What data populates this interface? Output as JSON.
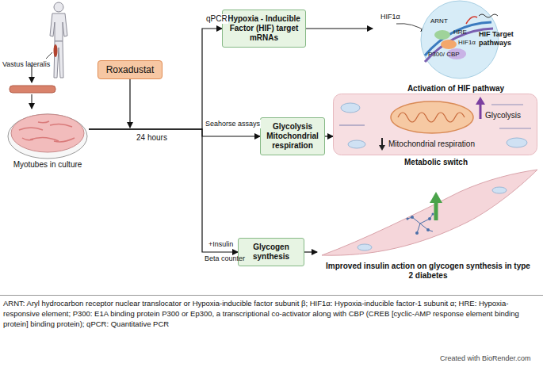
{
  "diagram": {
    "caption": "ARNT: Aryl hydrocarbon receptor nuclear translocator or Hypoxia-inducible factor subunit β; HIF1α: Hypoxia-inducible factor-1 subunit α; HRE: Hypoxia-responsive element; P300: E1A binding protein P300 or Ep300, a transcriptional co-activator along with CBP (CREB [cyclic-AMP response element binding protein] binding protein); qPCR: Quantitative PCR",
    "nodes": [
      {
        "text": [
          "Myotubes in culture"
        ]
      },
      {
        "text": [
          "Roxadustat"
        ]
      },
      {
        "text": [
          "Hypoxia - Inducible Factor (HIF) target mRNAs"
        ]
      },
      {
        "text": [
          "Activation of HIF pathway"
        ]
      },
      {
        "text": [
          "Glycolysis",
          "Mitochondrial respiration"
        ]
      },
      {
        "text": [
          "Glycolysis",
          "Mitochondrial respiration",
          "Metabolic switch"
        ]
      },
      {
        "text": [
          "Glycogen synthesis"
        ]
      },
      {
        "text": [
          "Improved insulin action on glycogen synthesis in type 2 diabetes"
        ]
      }
    ],
    "edges": [
      {
        "from": 0,
        "to": 2,
        "arrow": "to",
        "label": "qPCR"
      },
      {
        "from": 0,
        "to": 4,
        "arrow": "to",
        "label": "Seahorse assays"
      },
      {
        "from": 0,
        "to": 6,
        "arrow": "to",
        "label": "+Insulin"
      },
      {
        "from": 2,
        "to": 3,
        "arrow": "to"
      },
      {
        "from": 4,
        "to": 5,
        "arrow": "to"
      },
      {
        "from": 6,
        "to": 7,
        "arrow": "to"
      }
    ],
    "labels": [
      "Vastus lateralis",
      "24 hours",
      "Beta counter",
      "HIF1α",
      "ARNT",
      "HRE",
      "HIF1α",
      "P300/ CBP",
      "HIF Target pathways",
      "Created with BioRender.com"
    ]
  }
}
